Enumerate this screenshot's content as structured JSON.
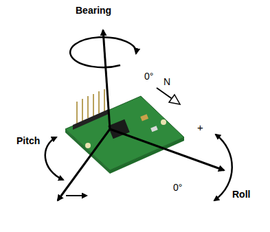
{
  "diagram": {
    "labels": [
      "Bearing",
      "0°",
      "N",
      "+",
      "Pitch",
      "0°",
      "Roll"
    ]
  }
}
